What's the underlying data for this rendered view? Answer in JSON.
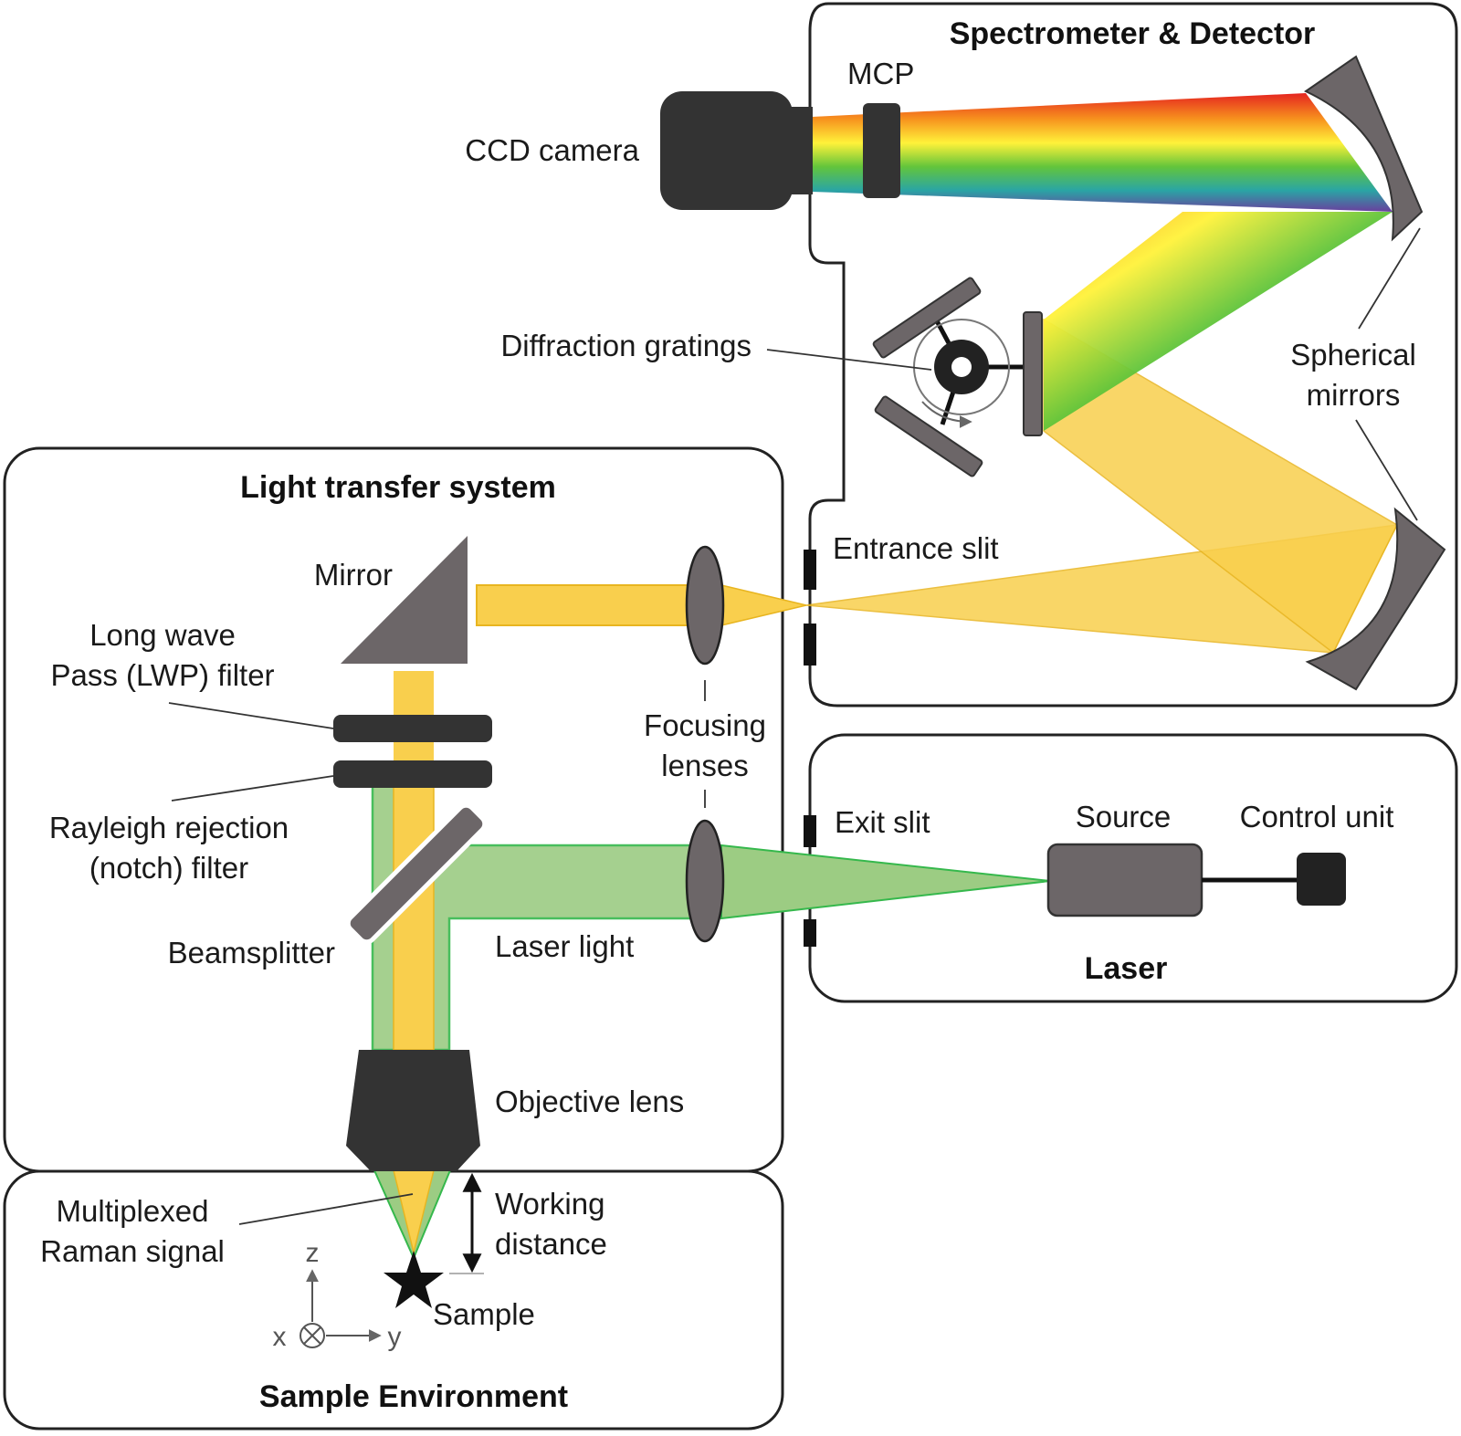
{
  "titles": {
    "spectrometer": "Spectrometer & Detector",
    "light_transfer": "Light transfer system",
    "laser": "Laser",
    "sample_env": "Sample Environment"
  },
  "labels": {
    "mcp": "MCP",
    "ccd": "CCD camera",
    "diffraction_line": "Diffraction gratings",
    "spherical_1": "Spherical",
    "spherical_2": "mirrors",
    "entrance_slit": "Entrance slit",
    "mirror": "Mirror",
    "lwp_1": "Long wave",
    "lwp_2": "Pass (LWP) filter",
    "focusing_1": "Focusing",
    "focusing_2": "lenses",
    "exit_slit": "Exit slit",
    "source": "Source",
    "control_unit": "Control unit",
    "rayleigh_1": "Rayleigh rejection",
    "rayleigh_2": "(notch) filter",
    "beamsplitter": "Beamsplitter",
    "laser_light": "Laser light",
    "objective": "Objective lens",
    "raman_1": "Multiplexed",
    "raman_2": "Raman signal",
    "working_1": "Working",
    "working_2": "distance",
    "sample": "Sample"
  },
  "axes": {
    "x": "x",
    "y": "y",
    "z": "z"
  },
  "colors": {
    "raman": "#f9cf4d",
    "raman_edge": "#e8b520",
    "laser": "#9ccc83",
    "laser_edge": "#35b84c",
    "component_dark": "#333333",
    "component_gray": "#6c6668",
    "spectrum": [
      "#e02020",
      "#f7931e",
      "#fff33b",
      "#5ec43a",
      "#2aa6a6",
      "#6b3fa0"
    ]
  }
}
